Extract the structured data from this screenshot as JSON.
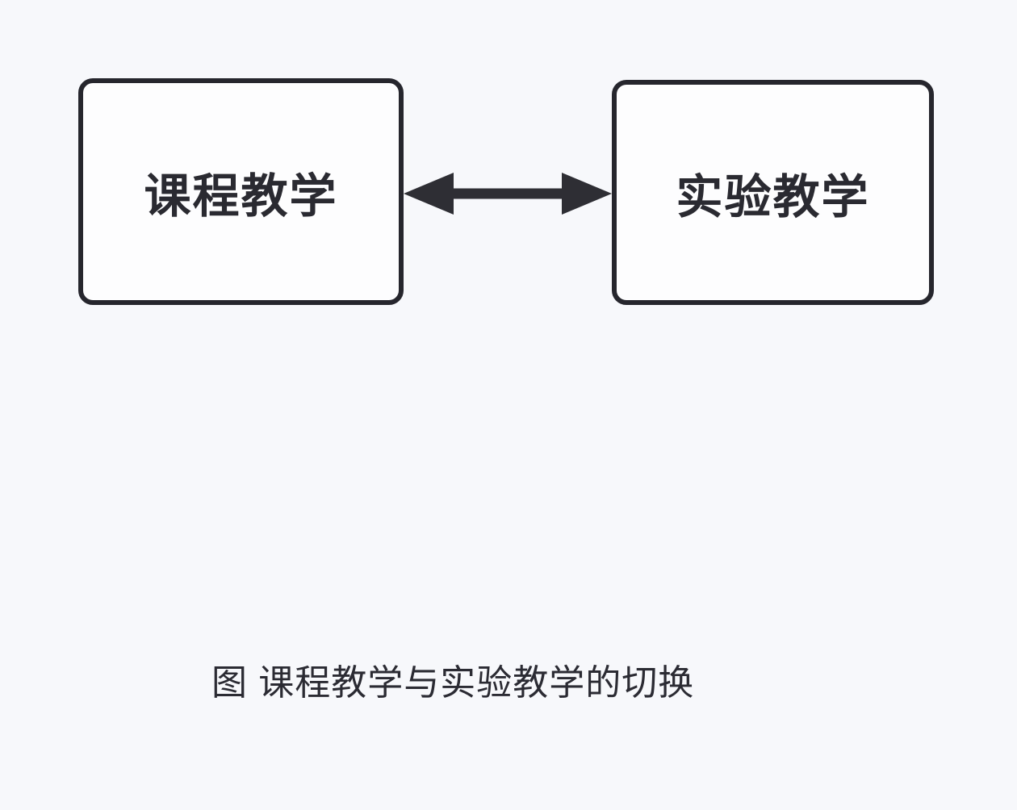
{
  "diagram": {
    "nodes": [
      {
        "label": "课程教学"
      },
      {
        "label": "实验教学"
      }
    ],
    "connector": {
      "type": "double-headed-arrow",
      "from": "课程教学",
      "to": "实验教学",
      "direction": "bidirectional"
    },
    "caption": "图 课程教学与实验教学的切换",
    "colors": {
      "background": "#f7f8fb",
      "node_fill": "#fdfdfe",
      "node_border": "#26262d",
      "arrow": "#2e2e34",
      "text": "#2a2a31"
    }
  }
}
